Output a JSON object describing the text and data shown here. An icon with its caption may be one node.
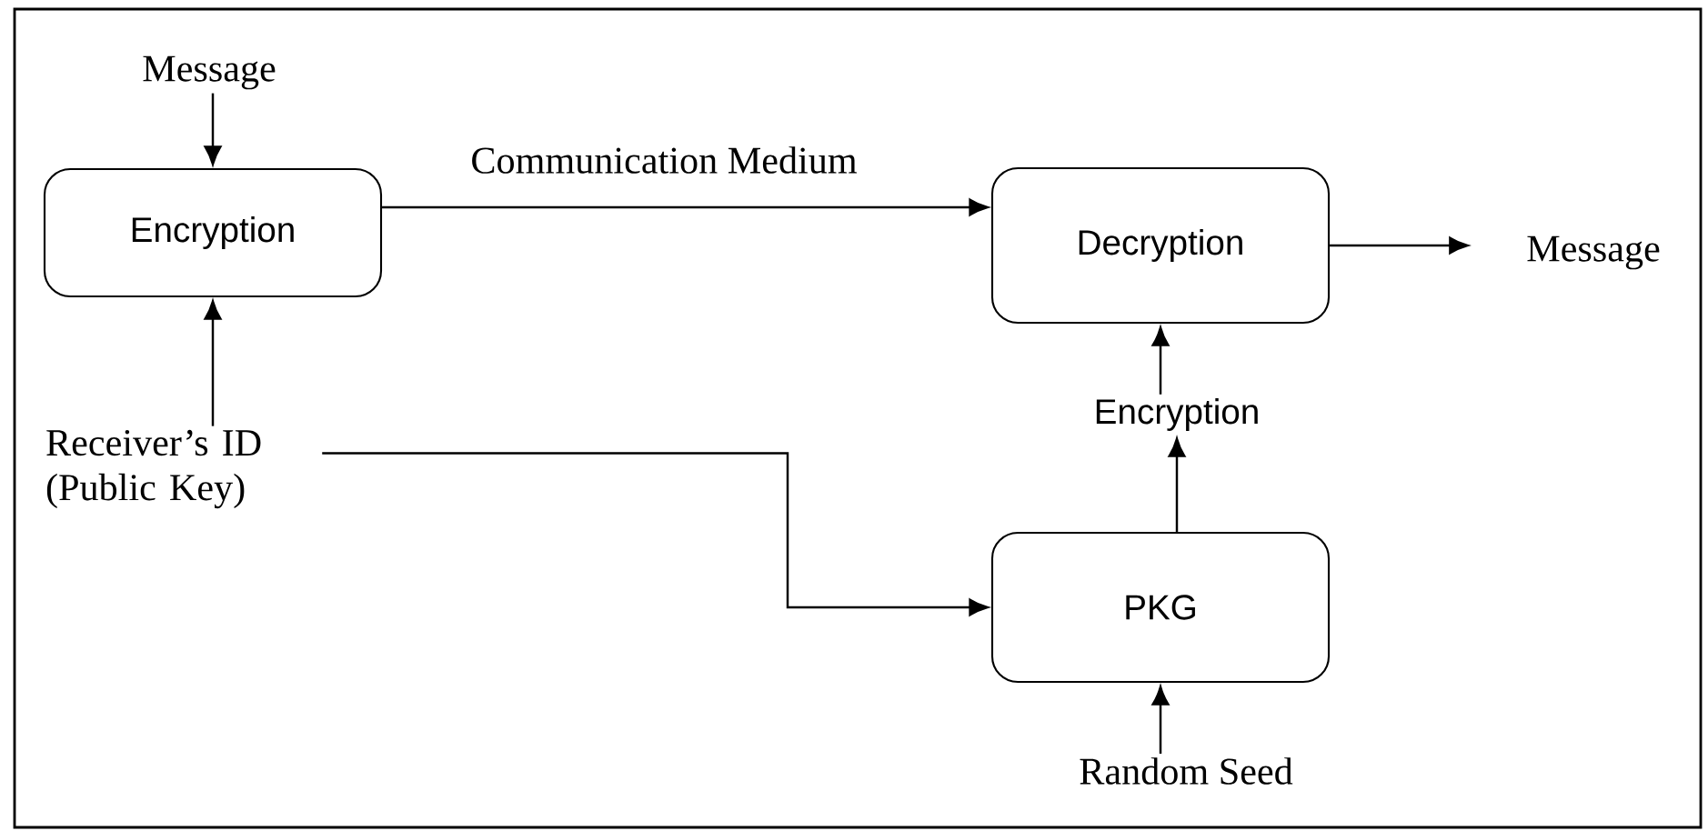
{
  "diagram": {
    "nodes": [
      {
        "text": [
          "Message"
        ]
      },
      {
        "text": [
          "Encryption"
        ]
      },
      {
        "text": [
          "Decryption"
        ]
      },
      {
        "text": [
          "Message"
        ]
      },
      {
        "text": [
          "Encryption"
        ]
      },
      {
        "text": [
          "Receiver’s ID (Public Key)"
        ]
      },
      {
        "text": [
          "PKG"
        ]
      },
      {
        "text": [
          "Random Seed"
        ]
      }
    ],
    "edges": [
      {
        "from": 0,
        "to": 1,
        "arrow": "to"
      },
      {
        "from": 5,
        "to": 1,
        "arrow": "to"
      },
      {
        "from": 1,
        "to": 2,
        "arrow": "to",
        "label": "Communication Medium"
      },
      {
        "from": 2,
        "to": 3,
        "arrow": "to"
      },
      {
        "from": 6,
        "to": 4,
        "arrow": "to"
      },
      {
        "from": 4,
        "to": 2,
        "arrow": "to"
      },
      {
        "from": 5,
        "to": 6,
        "arrow": "to"
      },
      {
        "from": 7,
        "to": 6,
        "arrow": "to"
      }
    ]
  }
}
